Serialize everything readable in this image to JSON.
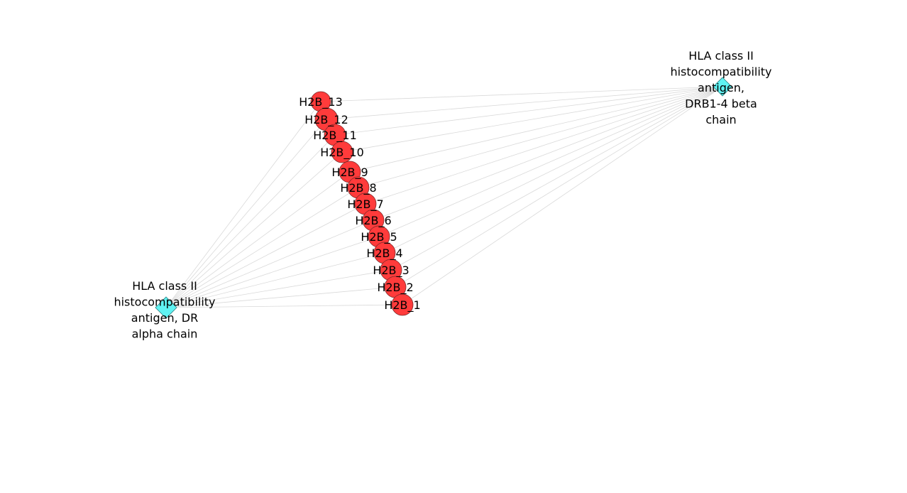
{
  "network": {
    "peptides": [
      {
        "id": "H2B_13",
        "label": "H2B_13"
      },
      {
        "id": "H2B_12",
        "label": "H2B_12"
      },
      {
        "id": "H2B_11",
        "label": "H2B_11"
      },
      {
        "id": "H2B_10",
        "label": "H2B_10"
      },
      {
        "id": "H2B_9",
        "label": "H2B_9"
      },
      {
        "id": "H2B_8",
        "label": "H2B_8"
      },
      {
        "id": "H2B_7",
        "label": "H2B_7"
      },
      {
        "id": "H2B_6",
        "label": "H2B_6"
      },
      {
        "id": "H2B_5",
        "label": "H2B_5"
      },
      {
        "id": "H2B_4",
        "label": "H2B_4"
      },
      {
        "id": "H2B_3",
        "label": "H2B_3"
      },
      {
        "id": "H2B_2",
        "label": "H2B_2"
      },
      {
        "id": "H2B_1",
        "label": "H2B_1"
      }
    ],
    "proteins": [
      {
        "id": "drb",
        "label_lines": [
          "HLA class II",
          "histocompatibility",
          "antigen,",
          "DRB1-4 beta",
          "chain"
        ]
      },
      {
        "id": "dra",
        "label_lines": [
          "HLA class II",
          "histocompatibility",
          "antigen, DR",
          "alpha chain"
        ]
      }
    ],
    "colors": {
      "peptide_fill": "#ff3b3b",
      "protein_fill": "#5ff3f3",
      "edge": "#d9d9d9"
    }
  }
}
